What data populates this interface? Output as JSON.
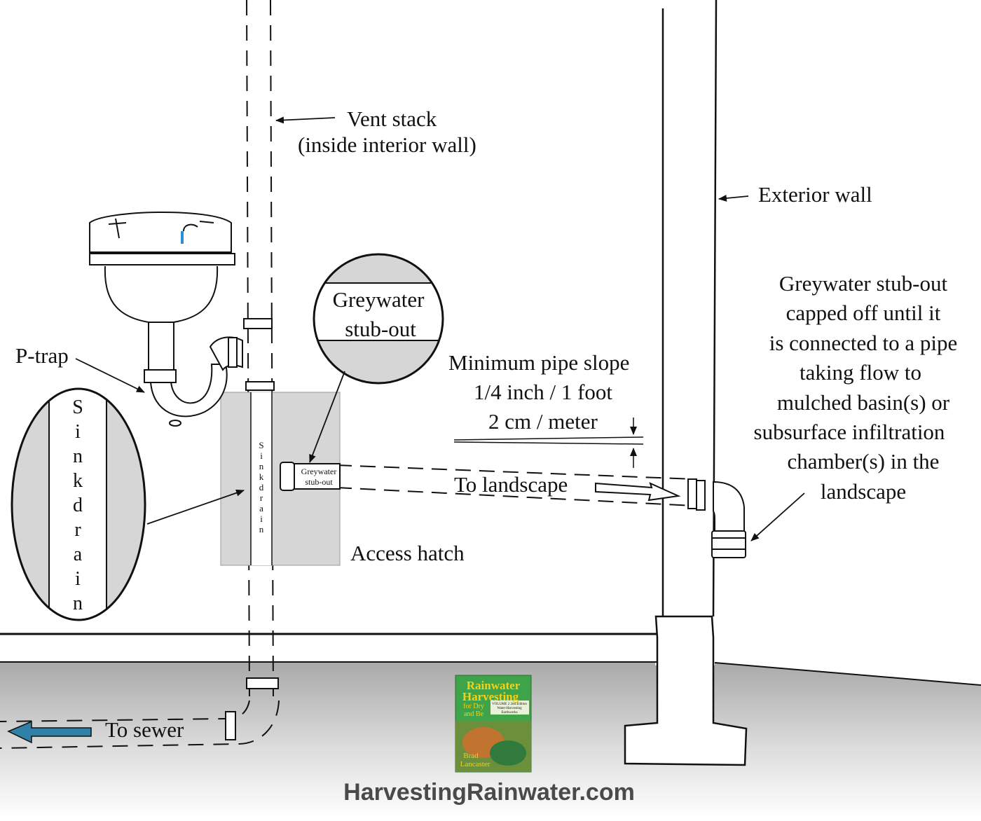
{
  "labels": {
    "vent_stack_1": "Vent stack",
    "vent_stack_2": "(inside interior wall)",
    "exterior_wall": "Exterior wall",
    "p_trap": "P-trap",
    "greywater_callout_1": "Greywater",
    "greywater_callout_2": "stub-out",
    "stubout_small_1": "Greywater",
    "stubout_small_2": "stub-out",
    "sink_drain": "Sink drain",
    "sink_drain_small": "Sink drain",
    "slope_1": "Minimum pipe slope",
    "slope_2": "1/4 inch / 1 foot",
    "slope_3": "2 cm / meter",
    "to_landscape": "To landscape",
    "access_hatch": "Access hatch",
    "to_sewer": "To sewer",
    "note_lines": [
      "Greywater stub-out",
      "capped off until it",
      "is connected to a pipe",
      "taking flow to",
      "mulched basin(s) or",
      "subsurface infiltration",
      "chamber(s) in the",
      "landscape"
    ]
  },
  "book": {
    "title_1": "Rainwater",
    "title_2": "Harvesting",
    "subtitle_1": "for Dry",
    "subtitle_2": "and Be",
    "volume": "VOLUME 2 2nd Edition",
    "volume_2": "Water-Harvesting",
    "volume_3": "Earthworks",
    "author_1": "Brad",
    "author_2": "Lancaster"
  },
  "website": "HarvestingRainwater.com",
  "colors": {
    "hatch": "#d6d6d6",
    "floor": "#bdbdbd",
    "arrow_blue": "#2f7fa6",
    "water_blue": "#2a8fd4",
    "book_green": "#3fa34a",
    "book_title": "#f2d21b"
  }
}
